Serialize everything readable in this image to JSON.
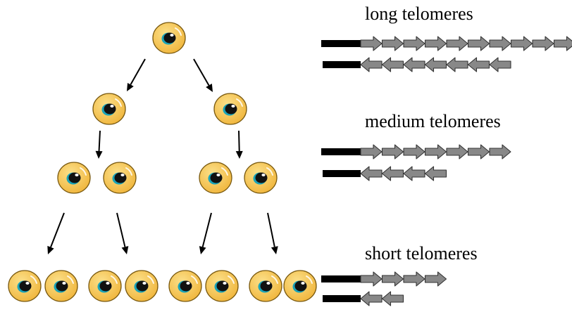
{
  "labels": {
    "long": "long telomeres",
    "medium": "medium telomeres",
    "short": "short telomeres"
  },
  "telomeres": {
    "long": {
      "upper_strand_repeats": 10,
      "lower_strand_repeats": 7
    },
    "medium": {
      "upper_strand_repeats": 7,
      "lower_strand_repeats": 4
    },
    "short": {
      "upper_strand_repeats": 4,
      "lower_strand_repeats": 2
    }
  },
  "generations": [
    {
      "generation": 1,
      "cells": 1
    },
    {
      "generation": 2,
      "cells": 2
    },
    {
      "generation": 3,
      "cells": 4
    },
    {
      "generation": 4,
      "cells": 8
    }
  ],
  "colors": {
    "cell_fill": "#f5c451",
    "cell_outline": "#7a5a10",
    "nucleus": "#111111",
    "nucleus_ring": "#1aa3b8",
    "arrow": "#000000",
    "repeat_fill": "#888888",
    "repeat_outline": "#333333",
    "chromosome_bar": "#000000"
  },
  "icons": {
    "cell": "cell-with-nucleus-icon",
    "arrow": "down-arrow-icon",
    "repeat": "telomere-repeat-arrow-icon"
  }
}
